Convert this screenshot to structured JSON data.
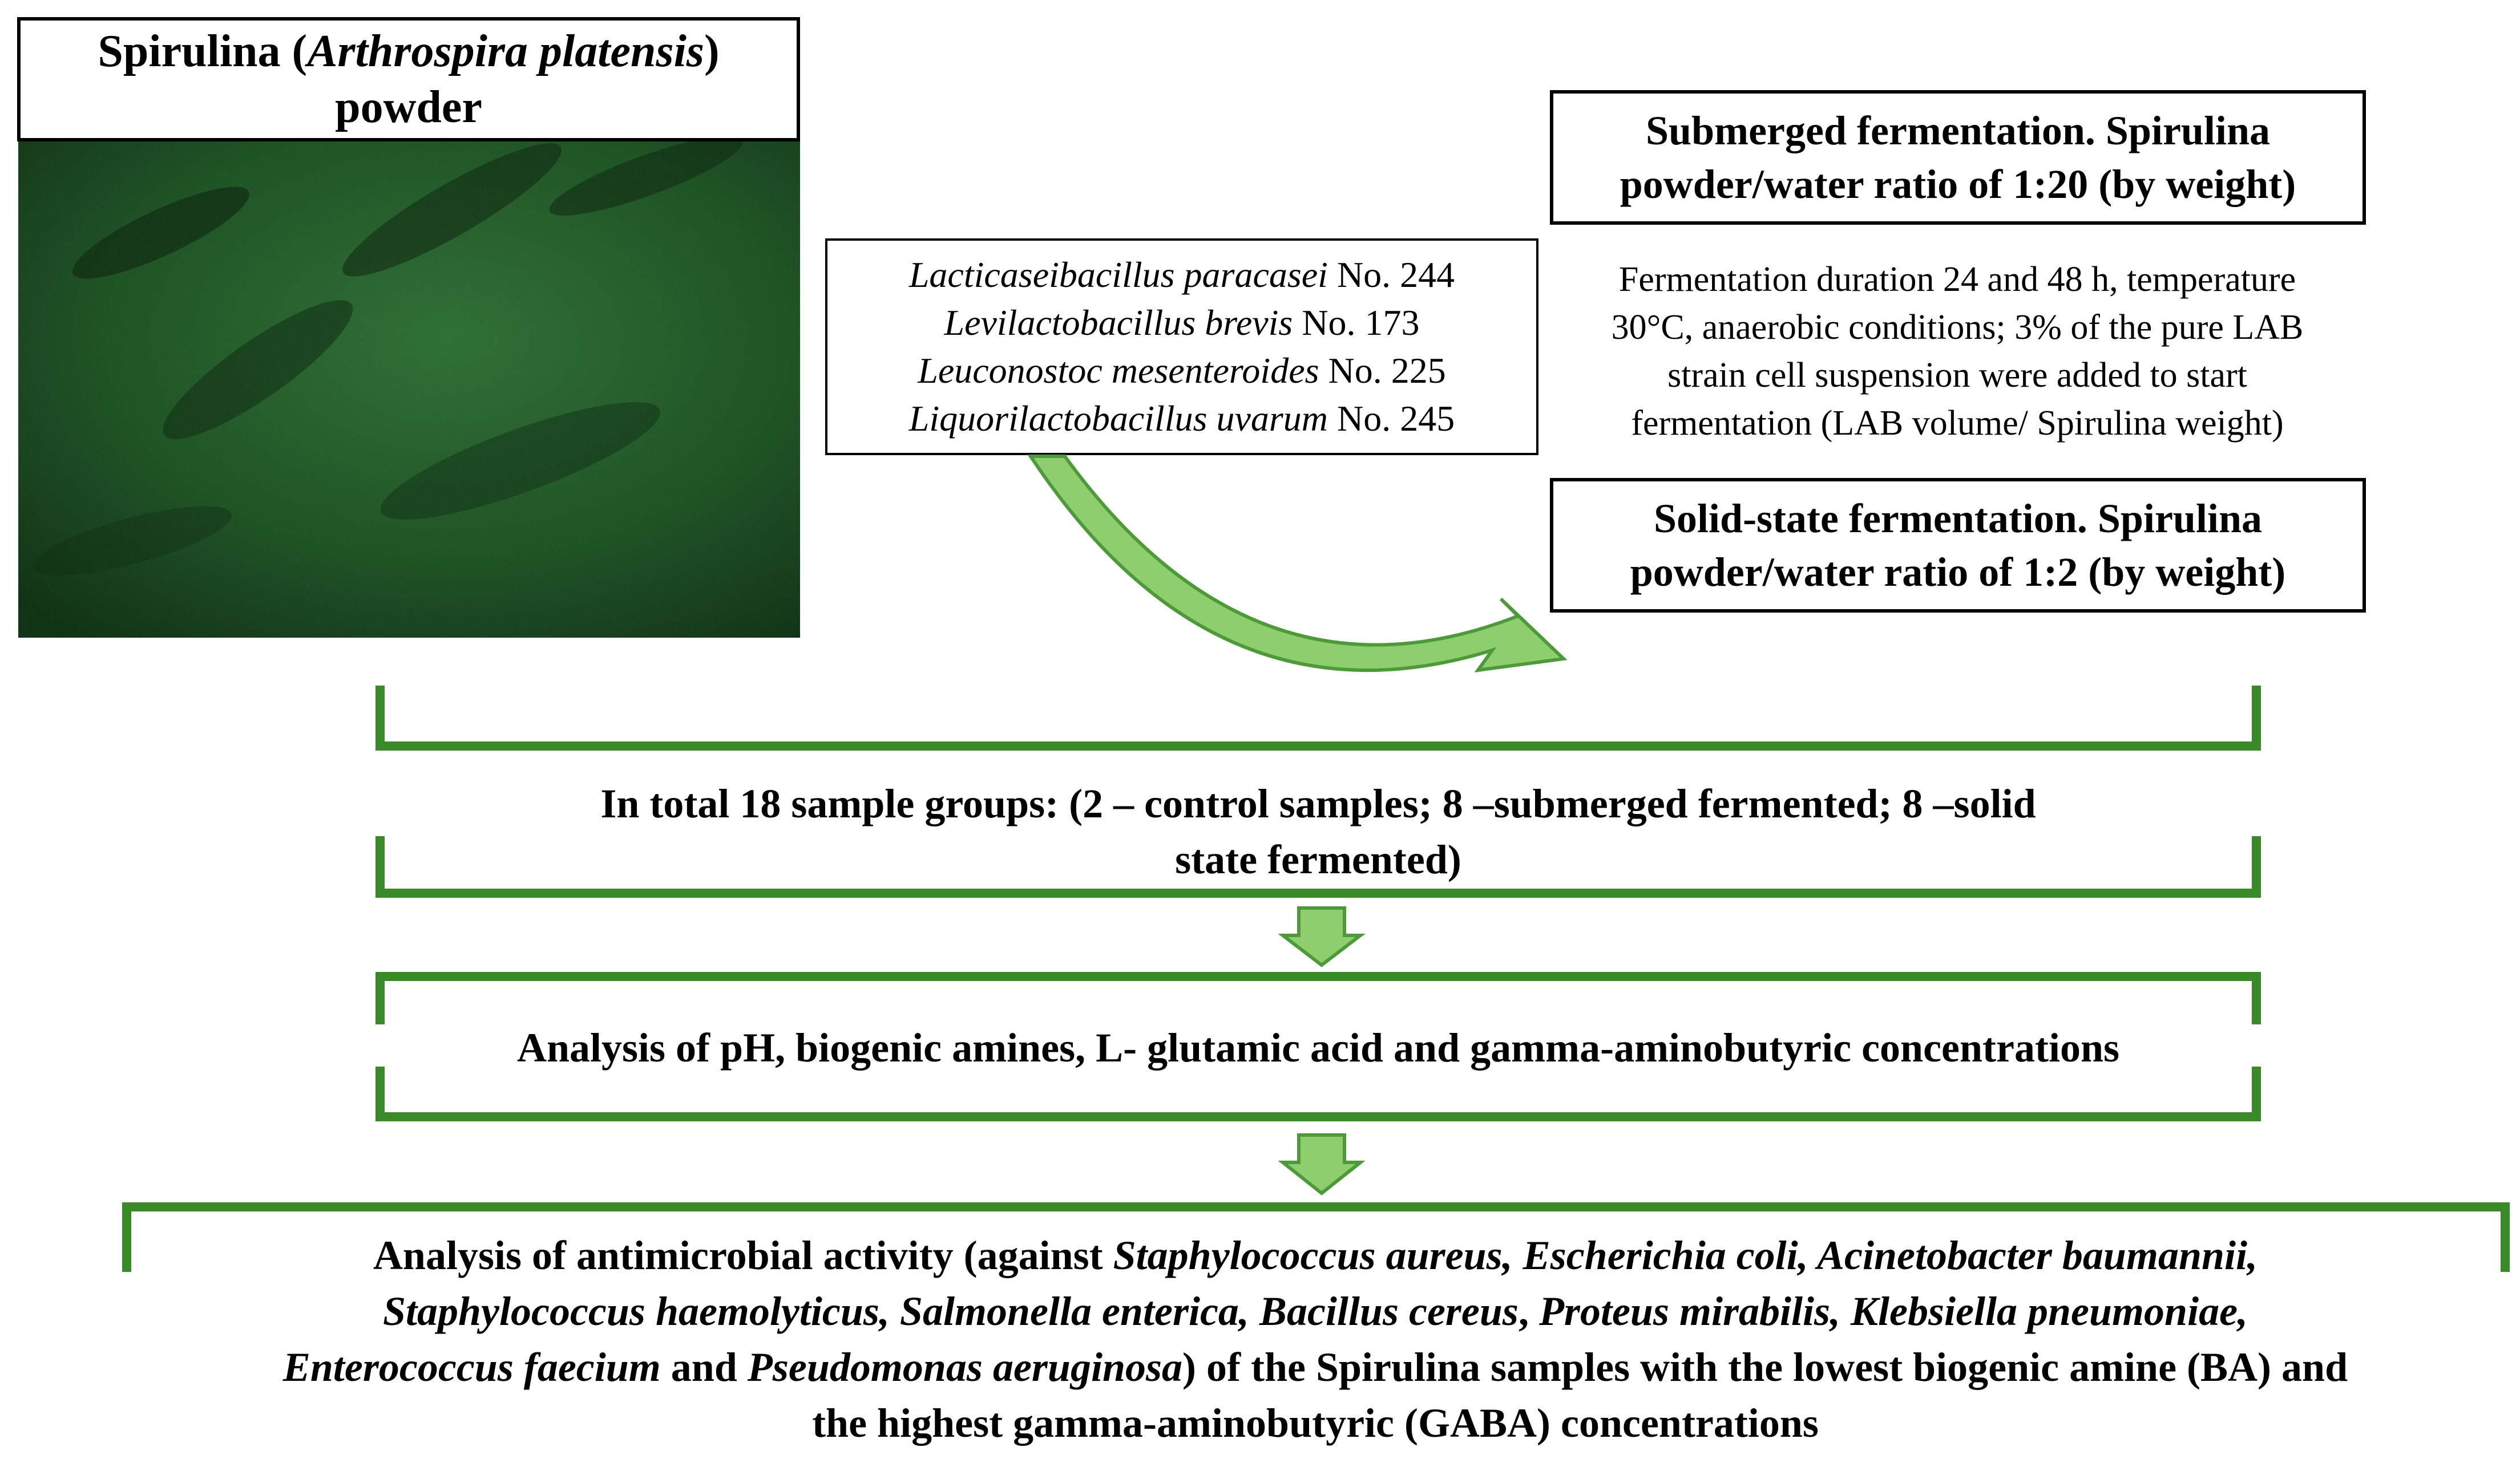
{
  "photo": {
    "title_pre": "Spirulina (",
    "title_italic": "Arthrospira platensis",
    "title_post": ")",
    "title_line2": "powder"
  },
  "strains": [
    {
      "italic": "Lacticaseibacillus paracasei",
      "num": " No. 244"
    },
    {
      "italic": "Levilactobacillus brevis",
      "num": " No. 173"
    },
    {
      "italic": "Leuconostoc mesenteroides",
      "num": " No. 225"
    },
    {
      "italic": "Liquorilactobacillus uvarum",
      "num": " No. 245"
    }
  ],
  "submerged": {
    "line1": "Submerged fermentation. Spirulina",
    "line2": "powder/water ratio of 1:20 (by weight)"
  },
  "conditions": {
    "line1": "Fermentation duration 24 and 48 h, temperature",
    "line2": "30°C, anaerobic conditions; 3%  of the pure LAB",
    "line3": "strain cell suspension were added to start",
    "line4": "fermentation (LAB volume/ Spirulina weight)"
  },
  "solid": {
    "line1": "Solid-state fermentation. Spirulina",
    "line2": "powder/water ratio of 1:2 (by weight)"
  },
  "total": {
    "line1": "In total 18 sample groups: (2 – control samples; 8 –submerged fermented; 8 –solid",
    "line2": "state fermented)"
  },
  "analysis1": "Analysis of pH, biogenic amines, L- glutamic acid and gamma-aminobutyric concentrations",
  "analysis2": {
    "l1_pre": "Analysis of antimicrobial activity (against ",
    "l1_it": "Staphylococcus aureus, Escherichia coli, Acinetobacter baumannii,",
    "l2_it1": "Staphylococcus haemolyticus, Salmonella enterica, Bacillus cereus",
    "l2_sep": ", ",
    "l2_it2": "Proteus mirabilis, Klebsiella pneumoniae,",
    "l3_it1": "Enterococcus faecium",
    "l3_and": " and ",
    "l3_it2": "Pseudomonas aeruginosa",
    "l3_post": ") of the Spirulina samples with the lowest biogenic amine (BA) and",
    "l4": "the highest gamma-aminobutyric (GABA) concentrations"
  },
  "colors": {
    "bracket": "#3a8a2a",
    "arrow_fill": "#8fce6e",
    "arrow_stroke": "#4d9a3a",
    "powder_dark": "#0e2a10",
    "powder_mid": "#1f5a24"
  }
}
